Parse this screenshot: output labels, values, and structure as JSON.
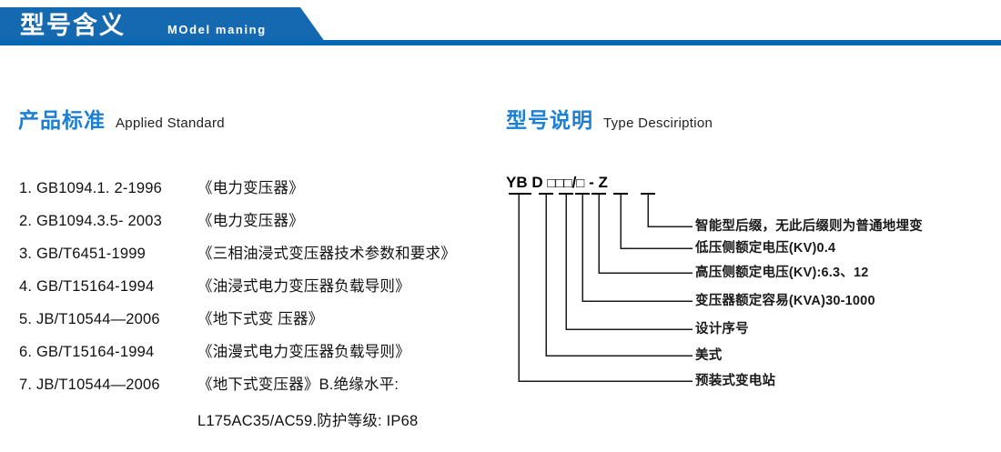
{
  "header": {
    "title_cn": "型号含义",
    "title_en": "MOdel maning",
    "accent_color": "#1569b0",
    "rule_color": "#0767b1"
  },
  "sections": {
    "standards": {
      "heading_cn": "产品标准",
      "heading_en": "Applied Standard",
      "heading_color": "#1d7fd4"
    },
    "type": {
      "heading_cn": "型号说明",
      "heading_en": "Type Desciription",
      "heading_color": "#1d7fd4"
    }
  },
  "standards_list": [
    {
      "index": "1.",
      "code": "GB1094.1. 2-1996",
      "name": "《电力变压器》"
    },
    {
      "index": "2.",
      "code": "GB1094.3.5- 2003",
      "name": "《电力变压器》"
    },
    {
      "index": "3.",
      "code": "GB/T6451-1999",
      "name": "《三相油浸式变压器技术参数和要求》"
    },
    {
      "index": "4.",
      "code": "GB/T15164-1994",
      "name": "《油浸式电力变压器负载导则》"
    },
    {
      "index": "5.",
      "code": "JB/T10544—2006",
      "name": "《地下式变 压器》"
    },
    {
      "index": "6.",
      "code": "GB/T15164-1994",
      "name": "《油漫式电力变压器负载导则》"
    },
    {
      "index": "7.",
      "code": "JB/T10544—2006",
      "name": "《地下式变压器》B.绝缘水平:",
      "continuation": "L175AC35/AC59.防护等级: IP68"
    }
  ],
  "type_diagram": {
    "code_segments": [
      {
        "text": "YB",
        "kind": "letters"
      },
      {
        "text": "D",
        "kind": "letters"
      },
      {
        "text": "□",
        "kind": "box"
      },
      {
        "text": "□",
        "kind": "box"
      },
      {
        "text": "□",
        "kind": "box"
      },
      {
        "text": "/",
        "kind": "slash"
      },
      {
        "text": "□",
        "kind": "box"
      },
      {
        "text": "-",
        "kind": "dash"
      },
      {
        "text": "Z",
        "kind": "letters"
      }
    ],
    "code_display": "YB D □□□/□ - Z",
    "labels": [
      {
        "id": "suffix-smart",
        "text": "智能型后缀，无此后缀则为普通地埋变"
      },
      {
        "id": "lv-rated-voltage",
        "text": "低压侧额定电压(KV)0.4"
      },
      {
        "id": "hv-rated-voltage",
        "text": "高压侧额定电压(KV):6.3、12"
      },
      {
        "id": "rated-capacity",
        "text": "变压器额定容易(KVA)30-1000"
      },
      {
        "id": "design-serial",
        "text": "设计序号"
      },
      {
        "id": "american-type",
        "text": "美式"
      },
      {
        "id": "prefab-substation",
        "text": "预装式变电站"
      }
    ]
  }
}
